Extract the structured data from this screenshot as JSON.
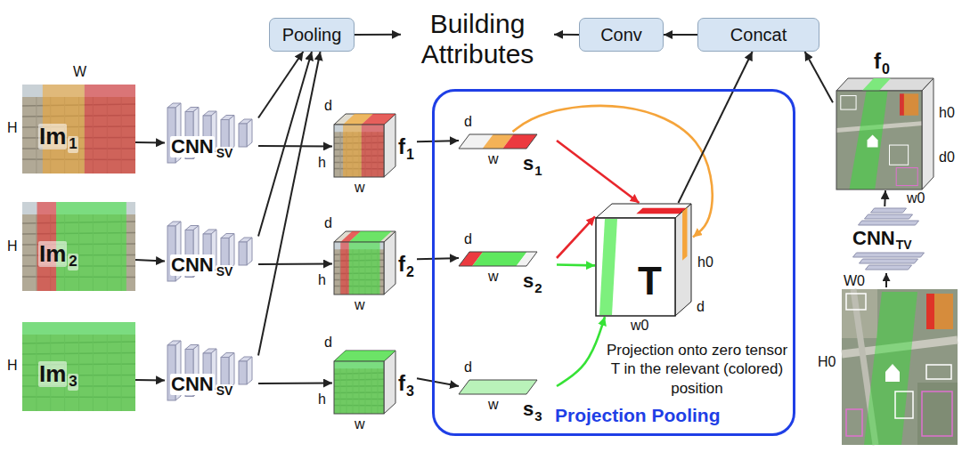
{
  "diagram": {
    "nodes": [
      {
        "text": [
          "Pooling"
        ]
      },
      {
        "text": [
          "Building Attributes"
        ]
      },
      {
        "text": [
          "Conv"
        ]
      },
      {
        "text": [
          "Concat"
        ]
      },
      {
        "text": [
          "Im",
          "1"
        ]
      },
      {
        "text": [
          "CNN",
          "SV"
        ]
      },
      {
        "text": [
          "f",
          "1"
        ]
      },
      {
        "text": [
          "Projection Pooling"
        ]
      },
      {
        "text": [
          "s",
          "1"
        ],
        "in": 7
      },
      {
        "text": [
          "f",
          "0"
        ]
      },
      {
        "text": [
          "Im",
          "2"
        ]
      },
      {
        "text": [
          "CNN",
          "SV"
        ]
      },
      {
        "text": [
          "f",
          "2"
        ]
      },
      {
        "text": [
          "s",
          "2"
        ],
        "in": 7
      },
      {
        "text": [
          "T"
        ],
        "in": 7
      },
      {
        "text": [
          "Im",
          "3"
        ]
      },
      {
        "text": [
          "CNN",
          "SV"
        ]
      },
      {
        "text": [
          "f",
          "3"
        ]
      },
      {
        "text": [
          "s",
          "3"
        ],
        "in": 7
      },
      {
        "text": [
          "CNN",
          "TV"
        ]
      }
    ],
    "edges": [
      {
        "from": 4,
        "to": 5,
        "arrow": "to"
      },
      {
        "from": 5,
        "to": 6,
        "arrow": "to"
      },
      {
        "from": 10,
        "to": 11,
        "arrow": "to"
      },
      {
        "from": 11,
        "to": 12,
        "arrow": "to"
      },
      {
        "from": 15,
        "to": 16,
        "arrow": "to"
      },
      {
        "from": 16,
        "to": 17,
        "arrow": "to"
      },
      {
        "from": 5,
        "to": 0,
        "arrow": "to"
      },
      {
        "from": 11,
        "to": 0,
        "arrow": "to"
      },
      {
        "from": 16,
        "to": 0,
        "arrow": "to"
      },
      {
        "from": 0,
        "to": 1,
        "arrow": "to"
      },
      {
        "from": 6,
        "to": 8,
        "arrow": "to"
      },
      {
        "from": 12,
        "to": 13,
        "arrow": "to"
      },
      {
        "from": 17,
        "to": 18,
        "arrow": "to"
      },
      {
        "from": 8,
        "to": 14,
        "arrow": "to"
      },
      {
        "from": 8,
        "to": 14,
        "arrow": "to"
      },
      {
        "from": 13,
        "to": 14,
        "arrow": "to"
      },
      {
        "from": 13,
        "to": 14,
        "arrow": "to"
      },
      {
        "from": 18,
        "to": 14,
        "arrow": "to"
      },
      {
        "from": 14,
        "to": 3,
        "arrow": "to"
      },
      {
        "from": 9,
        "to": 3,
        "arrow": "to"
      },
      {
        "from": 3,
        "to": 2,
        "arrow": "to"
      },
      {
        "from": 2,
        "to": 1,
        "arrow": "to"
      },
      {
        "from": 19,
        "to": 9,
        "arrow": "to"
      }
    ],
    "labels": [
      "W",
      "H",
      "H",
      "H",
      "d",
      "h",
      "w",
      "d",
      "h",
      "w",
      "d",
      "h",
      "w",
      "d",
      "w",
      "d",
      "w",
      "d",
      "w",
      "h0",
      "w0",
      "d",
      "h0",
      "d0",
      "w0",
      "W0",
      "H0",
      "Projection onto zero tensor T in the relevant (colored) position"
    ]
  }
}
